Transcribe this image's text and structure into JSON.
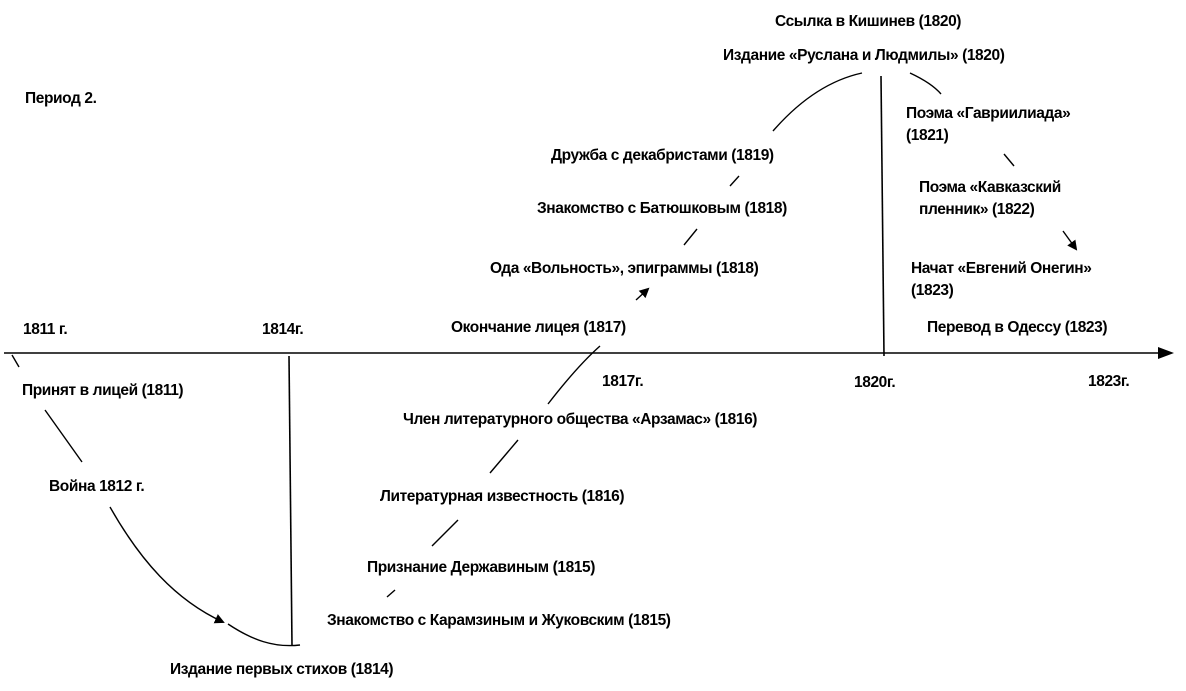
{
  "title": "Период 2.",
  "axis": {
    "years": [
      "1811 г.",
      "1814г.",
      "1817г.",
      "1820г.",
      "1823г."
    ]
  },
  "events_above": [
    "Окончание лицея (1817)",
    "Ода «Вольность»,  эпиграммы (1818)",
    "Знакомство с Батюшковым (1818)",
    "Дружба с декабристами (1819)",
    "Издание «Руслана и Людмилы» (1820)",
    "Ссылка в Кишинев (1820)"
  ],
  "events_right": [
    [
      "Поэма «Гавриилиада»",
      "(1821)"
    ],
    [
      "Поэма «Кавказский",
      "пленник» (1822)"
    ],
    [
      "Начат «Евгений Онегин»",
      "(1823)"
    ],
    [
      "Перевод в Одессу (1823)"
    ]
  ],
  "events_below": [
    "Принят в лицей (1811)",
    "Война 1812 г.",
    "Издание первых стихов (1814)",
    "Знакомство с Карамзиным и Жуковским (1815)",
    "Признание Державиным (1815)",
    "Литературная известность (1816)",
    "Член литературного общества «Арзамас» (1816)"
  ],
  "colors": {
    "ink": "#000000",
    "background": "#ffffff"
  }
}
